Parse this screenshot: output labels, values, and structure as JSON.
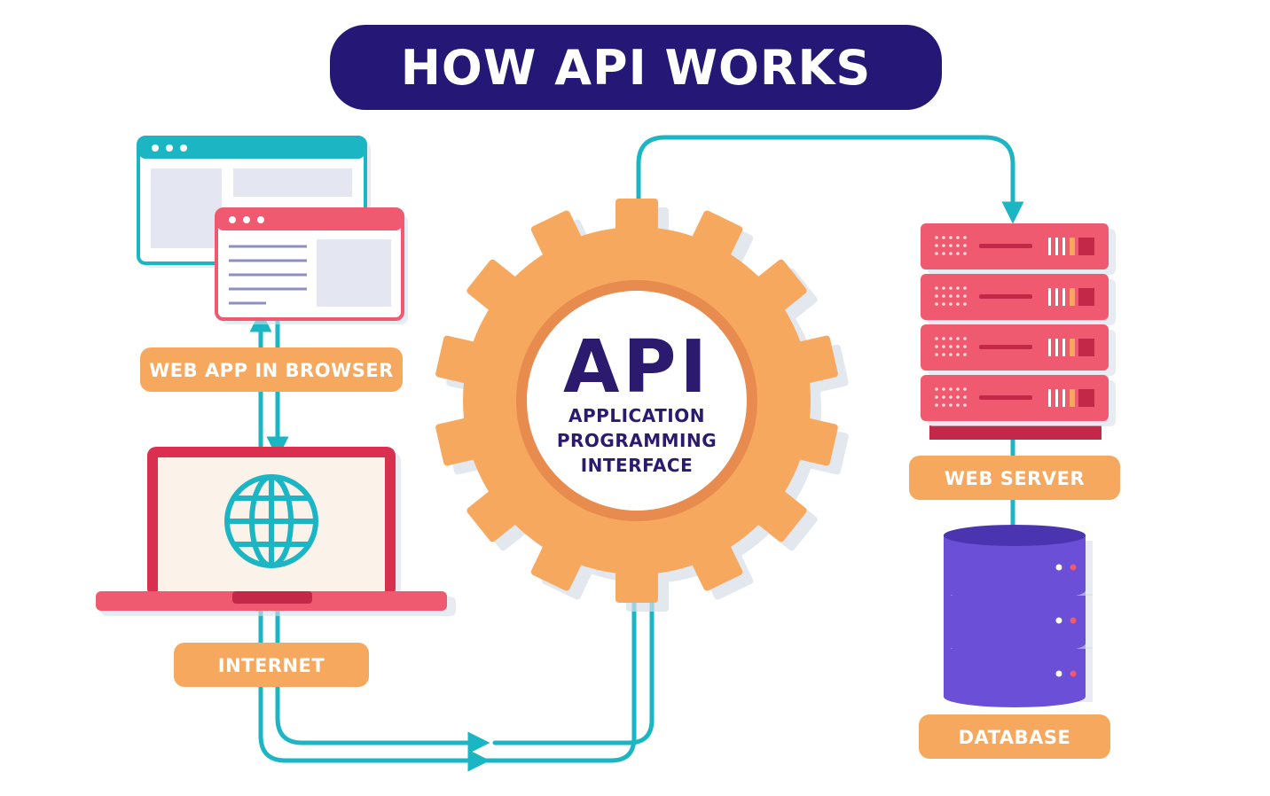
{
  "title": "HOW API WORKS",
  "labels": {
    "web_app": "WEB APP IN BROWSER",
    "internet": "INTERNET",
    "web_server": "WEB SERVER",
    "database": "DATABASE"
  },
  "api": {
    "acronym": "API",
    "line1": "APPLICATION",
    "line2": "PROGRAMMING",
    "line3": "INTERFACE"
  },
  "colors": {
    "title_bg": "#241775",
    "label_bg": "#f7a85f",
    "connector": "#1bb5c4",
    "gear": "#f7a85f",
    "server": "#f05a70",
    "database": "#6b4fd6"
  }
}
